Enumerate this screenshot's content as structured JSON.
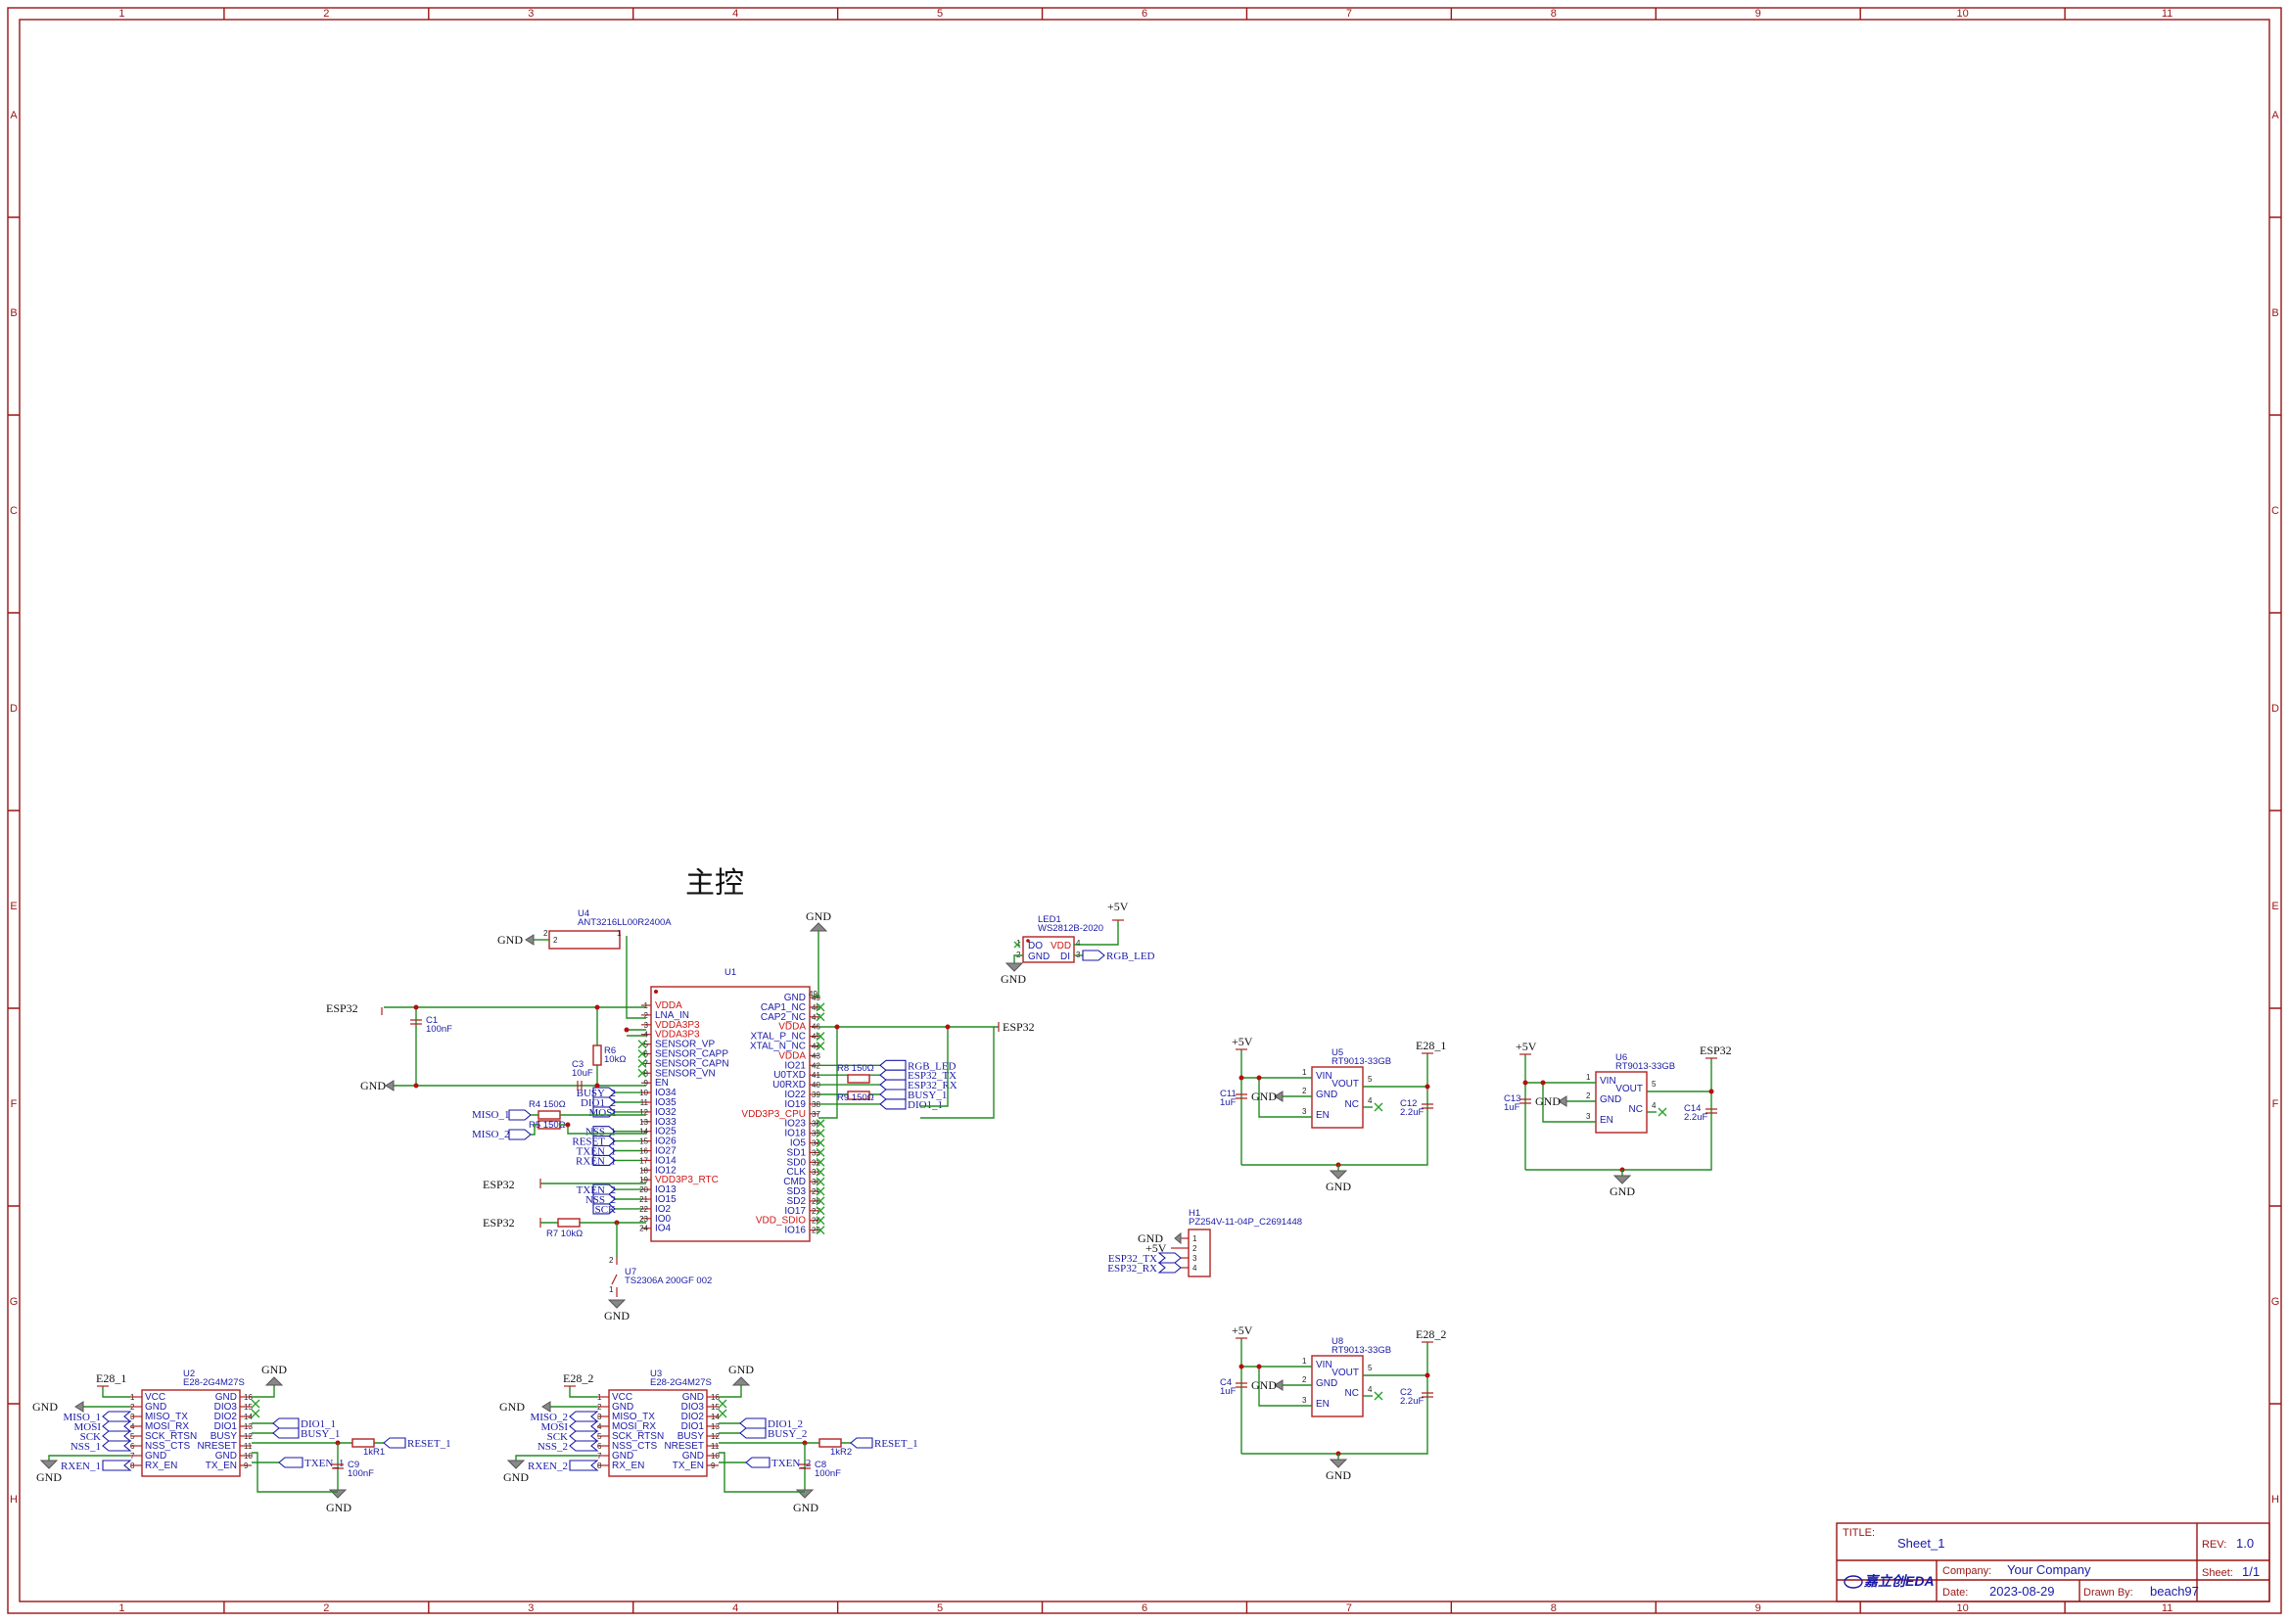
{
  "section_title": "主控",
  "frame": {
    "cols": [
      "1",
      "2",
      "3",
      "4",
      "5",
      "6",
      "7",
      "8",
      "9",
      "10",
      "11"
    ],
    "rows": [
      "A",
      "B",
      "C",
      "D",
      "E",
      "F",
      "G",
      "H"
    ]
  },
  "title_block": {
    "title_label": "TITLE:",
    "title": "Sheet_1",
    "rev_label": "REV:",
    "rev": "1.0",
    "company_label": "Company:",
    "company": "Your Company",
    "sheet_label": "Sheet:",
    "sheet": "1/1",
    "date_label": "Date:",
    "date": "2023-08-29",
    "drawn_label": "Drawn By:",
    "drawn": "beach97",
    "logo": "嘉立创EDA"
  },
  "nets": {
    "gnd": "GND",
    "esp32": "ESP32",
    "p5v": "+5V",
    "e28_1": "E28_1",
    "e28_2": "E28_2"
  },
  "u1": {
    "ref": "U1",
    "ref2": "49",
    "left": [
      "VDDA",
      "LNA_IN",
      "VDDA3P3",
      "VDDA3P3",
      "SENSOR_VP",
      "SENSOR_CAPP",
      "SENSOR_CAPN",
      "SENSOR_VN",
      "EN",
      "IO34",
      "IO35",
      "IO32",
      "IO33",
      "IO25",
      "IO26",
      "IO27",
      "IO14",
      "IO12",
      "VDD3P3_RTC",
      "IO13",
      "IO15",
      "IO2",
      "IO0",
      "IO4"
    ],
    "right": [
      "GND",
      "CAP1_NC",
      "CAP2_NC",
      "VDDA",
      "XTAL_P_NC",
      "XTAL_N_NC",
      "VDDA",
      "IO21",
      "U0TXD",
      "U0RXD",
      "IO22",
      "IO19",
      "VDD3P3_CPU",
      "IO23",
      "IO18",
      "IO5",
      "SD1",
      "SD0",
      "CLK",
      "CMD",
      "SD3",
      "SD2",
      "IO17",
      "VDD_SDIO",
      "IO16"
    ],
    "left_nums": [
      "1",
      "2",
      "3",
      "4",
      "5",
      "6",
      "7",
      "8",
      "9",
      "10",
      "11",
      "12",
      "13",
      "14",
      "15",
      "16",
      "17",
      "18",
      "19",
      "20",
      "21",
      "22",
      "23",
      "24"
    ],
    "right_nums": [
      "49",
      "48",
      "47",
      "46",
      "45",
      "44",
      "43",
      "42",
      "41",
      "40",
      "39",
      "38",
      "37",
      "36",
      "35",
      "34",
      "33",
      "32",
      "31",
      "30",
      "29",
      "28",
      "27",
      "26",
      "25"
    ],
    "left_nets": [
      "",
      "",
      "",
      "",
      "",
      "",
      "",
      "",
      "",
      "BUSY_2",
      "DIO1_2",
      "MOSI",
      "",
      "NSS_1",
      "RESET_1",
      "TXEN_1",
      "RXEN_1",
      "",
      "",
      "TXEN_2",
      "NSS_2",
      "SCK",
      "",
      ""
    ],
    "right_nets": [
      "",
      "",
      "",
      "",
      "",
      "",
      "",
      "RGB_LED",
      "ESP32_TX",
      "ESP32_RX",
      "BUSY_1",
      "DIO1_1",
      "",
      "",
      "",
      "",
      "",
      "",
      "",
      "",
      "",
      "",
      "",
      "",
      ""
    ]
  },
  "u4": {
    "ref": "U4",
    "val": "ANT3216LL00R2400A",
    "p1": "1",
    "p2": "2",
    "p2b": "2"
  },
  "led1": {
    "ref": "LED1",
    "val": "WS2812B-2020",
    "do": "DO",
    "gnd": "GND",
    "vdd": "VDD",
    "di": "DI",
    "net": "RGB_LED",
    "n1": "1",
    "n2": "2",
    "n3": "3",
    "n4": "4"
  },
  "passives": {
    "c1": "C1",
    "c1v": "100nF",
    "c3": "C3",
    "c3v": "10uF",
    "r6": "R6",
    "r6v": "10kΩ",
    "r4": "R4 150Ω",
    "r5": "R5 150Ω",
    "r7": "R7 10kΩ",
    "r8": "R8 150Ω",
    "r9": "R9 150Ω",
    "miso1": "MISO_1",
    "miso2": "MISO_2"
  },
  "u7": {
    "ref": "U7",
    "val": "TS2306A 200GF 002",
    "p1": "1",
    "p2": "2"
  },
  "h1": {
    "ref": "H1",
    "val": "PZ254V-11-04P_C2691448",
    "nets": [
      "GND",
      "+5V",
      "ESP32_TX",
      "ESP32_RX"
    ],
    "nums": [
      "1",
      "2",
      "3",
      "4"
    ]
  },
  "regs": [
    {
      "ref": "U5",
      "val": "RT9013-33GB",
      "cin": "C11",
      "cinv": "1uF",
      "cout": "C12",
      "coutv": "2.2uF",
      "out": "E28_1",
      "inn": "+5V"
    },
    {
      "ref": "U6",
      "val": "RT9013-33GB",
      "cin": "C13",
      "cinv": "1uF",
      "cout": "C14",
      "coutv": "2.2uF",
      "out": "ESP32",
      "inn": "+5V"
    },
    {
      "ref": "U8",
      "val": "RT9013-33GB",
      "cin": "C4",
      "cinv": "1uF",
      "cout": "C2",
      "coutv": "2.2uF",
      "out": "E28_2",
      "inn": "+5V"
    }
  ],
  "reg_pins": {
    "vin": "VIN",
    "gnd": "GND",
    "en": "EN",
    "vout": "VOUT",
    "nc": "NC",
    "n1": "1",
    "n2": "2",
    "n3": "3",
    "n4": "4",
    "n5": "5"
  },
  "e28": [
    {
      "ref": "U2",
      "val": "E28-2G4M27S",
      "pwr": "E28_1",
      "l_nets": [
        "MISO_1",
        "MOSI",
        "SCK",
        "NSS_1"
      ],
      "en": "RXEN_1",
      "r_nets": [
        "DIO1_1",
        "BUSY_1",
        "RESET_1",
        "TXEN_1"
      ],
      "res": "1kR1",
      "cap": "C9",
      "capv": "100nF"
    },
    {
      "ref": "U3",
      "val": "E28-2G4M27S",
      "pwr": "E28_2",
      "l_nets": [
        "MISO_2",
        "MOSI",
        "SCK",
        "NSS_2"
      ],
      "en": "RXEN_2",
      "r_nets": [
        "DIO1_2",
        "BUSY_2",
        "RESET_1",
        "TXEN_2"
      ],
      "res": "1kR2",
      "cap": "C8",
      "capv": "100nF"
    }
  ],
  "e28_left": [
    "VCC",
    "GND",
    "MISO_TX",
    "MOSI_RX",
    "SCK_RTSN",
    "NSS_CTS",
    "GND",
    "RX_EN"
  ],
  "e28_right": [
    "GND",
    "DIO3",
    "DIO2",
    "DIO1",
    "BUSY",
    "NRESET",
    "GND",
    "TX_EN"
  ],
  "e28_lnums": [
    "1",
    "2",
    "3",
    "4",
    "5",
    "6",
    "7",
    "8"
  ],
  "e28_rnums": [
    "16",
    "15",
    "14",
    "13",
    "12",
    "11",
    "10",
    "9"
  ]
}
